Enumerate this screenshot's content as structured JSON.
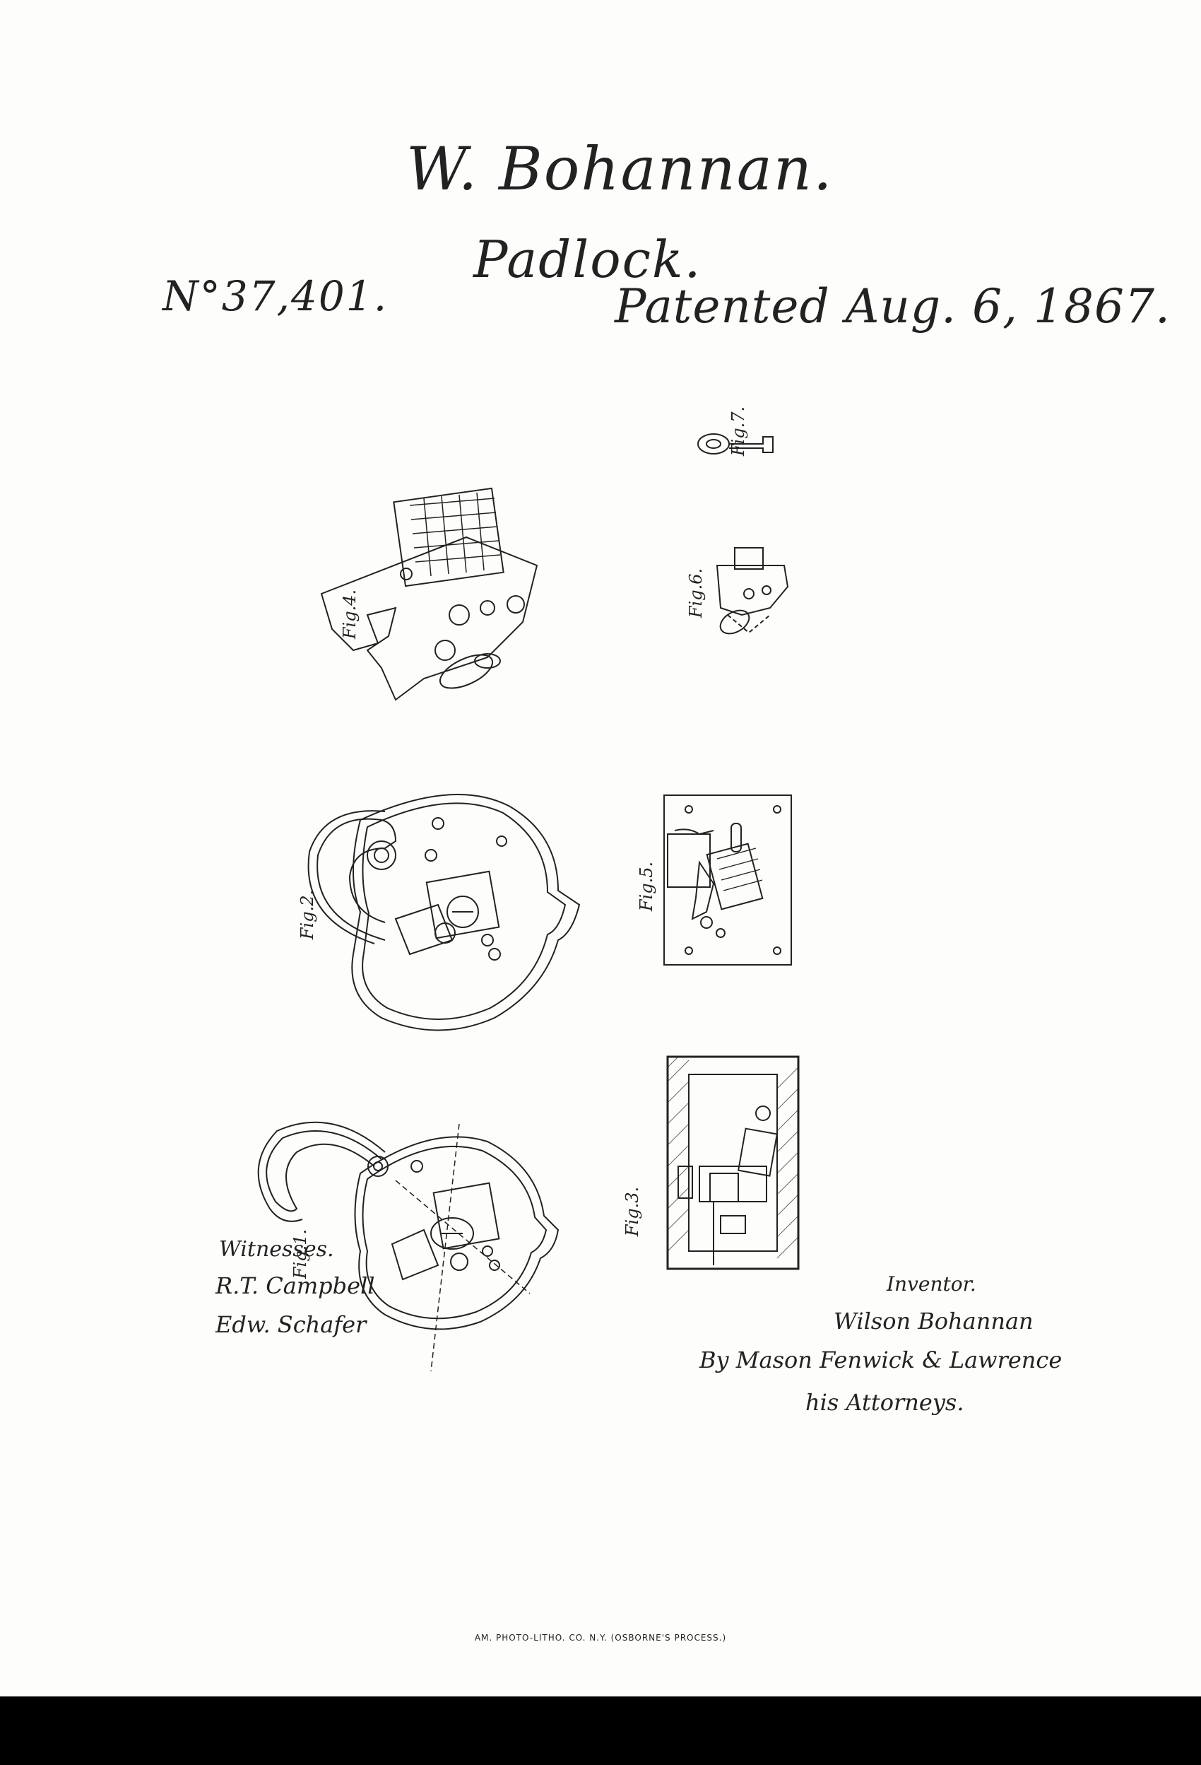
{
  "header": {
    "inventor_name": "W. Bohannan.",
    "title": "Padlock.",
    "patent_number": "N°37,401.",
    "patented_date": "Patented Aug. 6, 1867."
  },
  "figures": [
    {
      "label": "Fig.1."
    },
    {
      "label": "Fig.2."
    },
    {
      "label": "Fig.3."
    },
    {
      "label": "Fig.4."
    },
    {
      "label": "Fig.5."
    },
    {
      "label": "Fig.6."
    },
    {
      "label": "Fig.7."
    }
  ],
  "witnesses": {
    "heading": "Witnesses.",
    "names": [
      "R.T. Campbell",
      "Edw. Schafer"
    ]
  },
  "inventor": {
    "heading": "Inventor.",
    "lines": [
      "Wilson Bohannan",
      "By Mason Fenwick & Lawrence",
      "his Attorneys."
    ]
  },
  "footer": "AM. PHOTO-LITHO. CO. N.Y. (OSBORNE'S PROCESS.)",
  "colors": {
    "ink": "#1a1a1a",
    "paper": "#fdfdfb",
    "bar": "#000000"
  }
}
